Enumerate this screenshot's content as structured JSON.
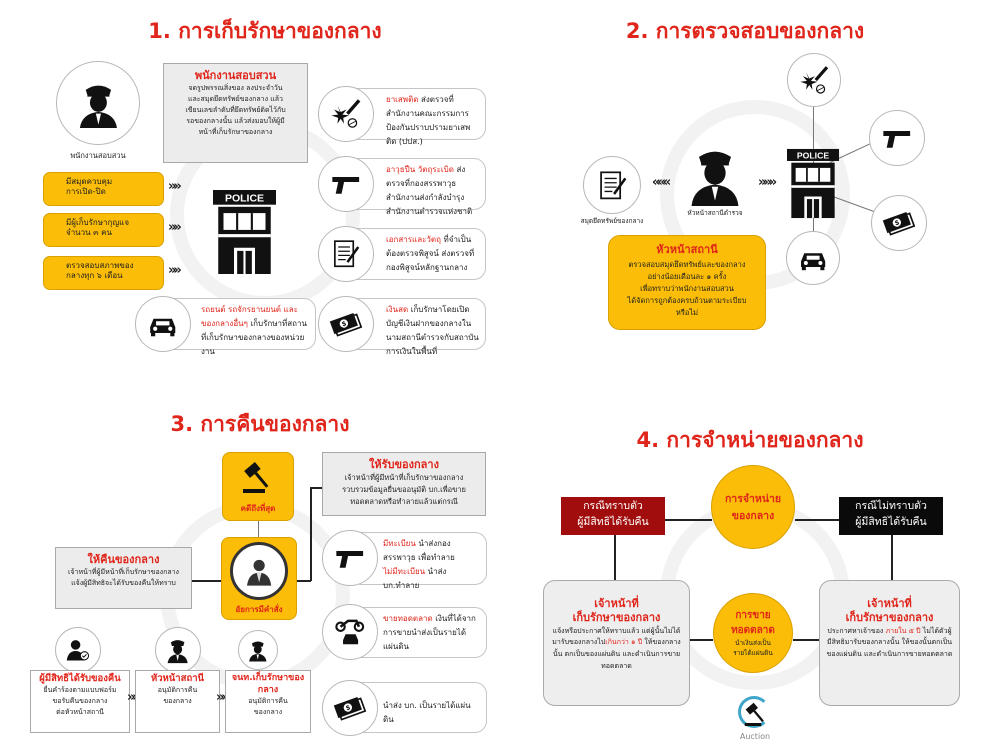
{
  "s1": {
    "title": "1. การเก็บรักษาของกลาง",
    "officer_label": "พนักงานสอบสวน",
    "box_title": "พนักงานสอบสวน",
    "box_lines": [
      "จดรูปพรรณสิ่งของ ลงประจำวัน",
      "และสมุดยึดทรัพย์ของกลาง แล้ว",
      "เขียนเลขลำดับที่ยึดทรัพย์ติดไว้กับ",
      "รอของกลางนั้น แล้วส่งมอบให้ผู้มี",
      "หน้าที่เก็บรักษาของกลาง"
    ],
    "yellow": [
      [
        "มีสมุดควบคุม",
        "การเปิด-ปิด"
      ],
      [
        "มีผู้เก็บรักษากุญแจ",
        "จำนวน ๓ คน"
      ],
      [
        "ตรวจสอบสภาพของ",
        "กลางทุก ๖ เดือน"
      ]
    ],
    "chevron": "»»",
    "items": [
      {
        "icon": "drug-icon",
        "hl": "ยาเสพติด",
        "rest": " ส่งตรวจที่ สำนักงานคณะกรรมการป้องกันปราบปรามยาเสพติด (ปปส.)"
      },
      {
        "icon": "gun-icon",
        "hl": "อาวุธปืน วัตถุระเบิด",
        "rest": " ส่งตรวจที่กองสรรพาวุธ สำนักงานส่งกำลังบำรุง สำนักงานตำรวจแห่งชาติ"
      },
      {
        "icon": "document-icon",
        "hl": "เอกสารและวัตถุ",
        "rest": " ที่จำเป็นต้องตรวจพิสูจน์ ส่งตรวจที่กองพิสูจน์หลักฐานกลาง"
      },
      {
        "icon": "money-icon",
        "hl": "เงินสด",
        "rest": " เก็บรักษาโดยเปิดบัญชีเงินฝากของกลางในนามสถานีตำรวจกับสถาบันการเงินในพื้นที่"
      },
      {
        "icon": "car-icon",
        "hl": "รถยนต์ รถจักรยานยนต์ และของกลางอื่นๆ",
        "rest": " เก็บรักษาที่สถานที่เก็บรักษาของกลางของหน่วยงาน"
      }
    ]
  },
  "s2": {
    "title": "2. การตรวจสอบของกลาง",
    "doc_label": "สมุดยึดทรัพย์ของกลาง",
    "officer_label": "หัวหน้าสถานีตำรวจ",
    "box_title": "หัวหน้าสถานี",
    "box_lines": [
      "ตรวจสอบสมุดยึดทรัพย์และของกลาง",
      "อย่างน้อยเดือนละ ๑ ครั้ง",
      "เพื่อทราบว่าพนักงานสอบสวน",
      "ได้จัดการถูกต้องครบถ้วนตามระเบียบ",
      "หรือไม่"
    ],
    "chev_left": "«««",
    "chev_right": "»»»"
  },
  "s3": {
    "title": "3. การคืนของกลาง",
    "final_label": "คดีถึงที่สุด",
    "prosecutor_label": "อัยการมีคำสั่ง",
    "receive_title": "ให้รับของกลาง",
    "receive_lines": [
      "เจ้าหน้าที่ผู้มีหน้าที่เก็บรักษาของกลาง",
      "รวบรวมข้อมูลยื่นขออนุมัติ บก.เพื่อขาย",
      "ทอดตลาดหรือทำลายแล้วแต่กรณี"
    ],
    "return_title": "ให้คืนของกลาง",
    "return_lines": [
      "เจ้าหน้าที่ผู้มีหน้าที่เก็บรักษาของกลาง",
      "แจ้งผู้มีสิทธิจะได้รับของคืนให้ทราบ"
    ],
    "items": [
      {
        "hl": "มีทะเบียน",
        "rest": " นำส่งกองสรรพาวุธ เพื่อทำลาย",
        "hl2": "ไม่มีทะเบียน",
        "rest2": " นำส่ง บก.ทำลาย"
      },
      {
        "hl": "ขายทอดตลาด",
        "rest": " เงินที่ได้จากการขายนำส่งเป็นรายได้แผ่นดิน"
      },
      {
        "hl": "",
        "rest": "นำส่ง บก. เป็นรายได้แผ่นดิน"
      }
    ],
    "steps": [
      {
        "title": "ผู้มีสิทธิได้รับของคืน",
        "lines": [
          "ยื่นคำร้องตามแบบฟอร์ม",
          "ขอรับคืนของกลาง",
          "ต่อหัวหน้าสถานี"
        ]
      },
      {
        "title": "หัวหน้าสถานี",
        "lines": [
          "อนุมัติการคืน",
          "ของกลาง"
        ]
      },
      {
        "title": "จนท.เก็บรักษาของกลาง",
        "lines": [
          "อนุมัติการคืน",
          "ของกลาง"
        ]
      }
    ]
  },
  "s4": {
    "title": "4. การจำหน่ายของกลาง",
    "center": [
      "การจำหน่าย",
      "ของกลาง"
    ],
    "known": [
      "กรณีทราบตัว",
      "ผู้มีสิทธิได้รับคืน"
    ],
    "unknown": [
      "กรณีไม่ทราบตัว",
      "ผู้มีสิทธิได้รับคืน"
    ],
    "left_title": [
      "เจ้าหน้าที่",
      "เก็บรักษาของกลาง"
    ],
    "left_text": "แจ้งหรือประกาศให้ทราบแล้ว แต่ผู้นั้นไม่ได้มารับของกลางไป",
    "left_hl": "เกินกว่า ๑ ปี",
    "left_text2": " ให้ของกลางนั้น ตกเป็นของแผ่นดิน และดำเนินการขายทอดตลาด",
    "right_title": [
      "เจ้าหน้าที่",
      "เก็บรักษาของกลาง"
    ],
    "right_text": "ประกาศหาเจ้าของ ",
    "right_hl": "ภายใน ๕ ปี",
    "right_text2": " ไม่ได้ตัวผู้มีสิทธิมารับของกลางนั้น ให้ของนั้นตกเป็นของแผ่นดิน และดำเนินการขายทอดตลาด",
    "auction_title": [
      "การขาย",
      "ทอดตลาด"
    ],
    "auction_sub": [
      "นำเงินส่งเป็น",
      "รายได้แผ่นดิน"
    ],
    "auction_label": "Auction",
    "colors": {
      "known": "#a10d0d",
      "unknown": "#0a0a0a",
      "yellow": "#fbbd07",
      "red": "#e0251b"
    }
  }
}
